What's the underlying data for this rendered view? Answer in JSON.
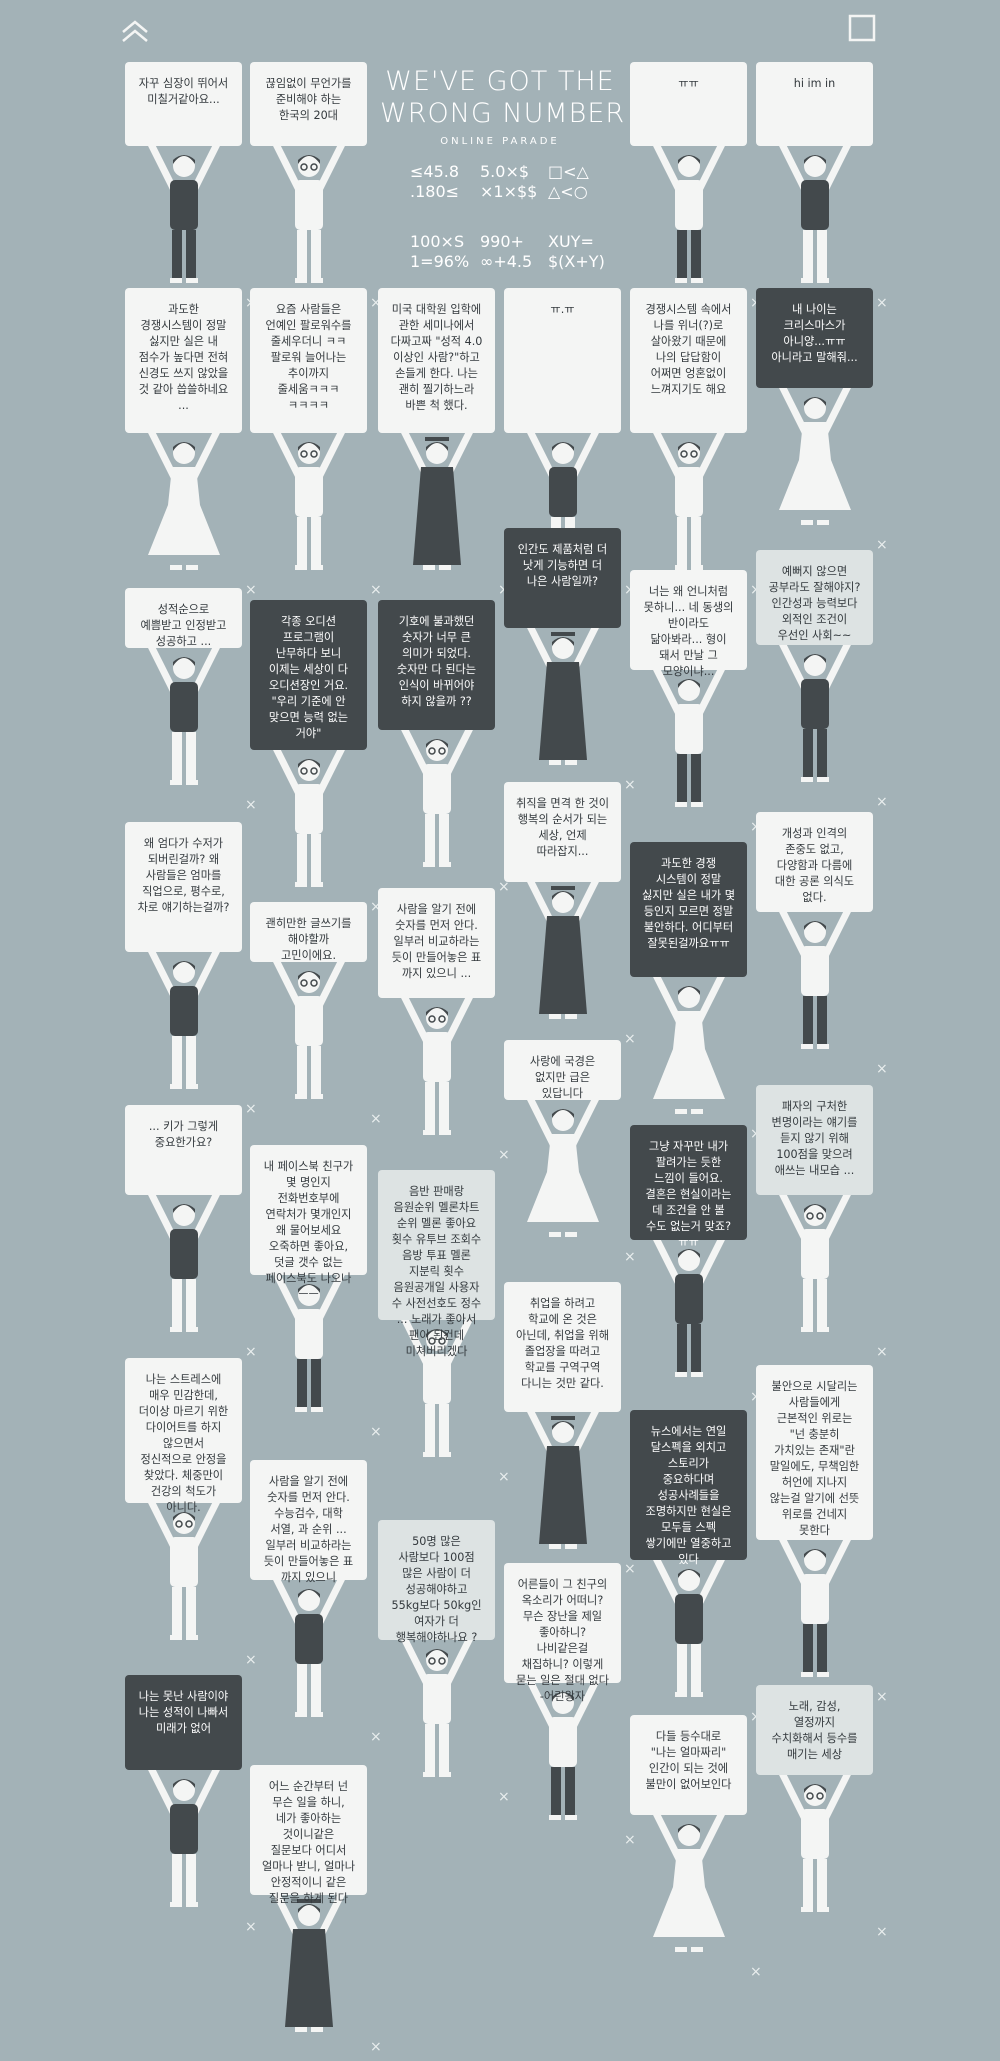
{
  "header": {
    "up_icon": "chevron-up-icon",
    "fullscreen_icon": "square-icon"
  },
  "title": {
    "line1": "WE'VE GOT THE",
    "line2": "WRONG NUMBER",
    "sub": "ONLINE PARADE"
  },
  "symbols": [
    "≤45.8\n.180≤",
    "5.0×$\n×1×$$",
    "□<△\n△<○",
    "100×S\n1=96%",
    "990+\n∞+4.5",
    "XUY=\n$(X+Y)"
  ],
  "signs": [
    "자꾸 심장이 뛰어서 미칠거같아요...",
    "끊임없이 무언가를 준비해야 하는 한국의 20대",
    "ㅠㅠ",
    "hi im in",
    "과도한 경쟁시스템이 정말 싫지만 실은 내 점수가 높다면 전혀 신경도 쓰지 않았을 것 같아 씁쓸하네요 ...",
    "요즘 사람들은 언예인 팔로워수를 줄세우더니 ㅋㅋ 팔로워 늘어나는 추이까지 줄세움ㅋㅋㅋ ㅋㅋㅋㅋ",
    "미국 대학원 입학에 관한 세미나에서 다짜고짜 \"성적 4.0 이상인 사람?\"하고 손들게 한다. 나는 괜히 찔기하느라 바쁜 척 했다.",
    "ㅠ.ㅠ",
    "경쟁시스템 속에서 나를 위너(?)로 살아왔기 때문에 나의 답답함이 어쩌면 엉혼없이 느껴지기도 해요",
    "내 나이는 크리스마스가 아니양...ㅠㅠ 아니라고 말해줘...",
    "인간도 제품처럼 더 낫게 기능하면 더 나은 사람일까?",
    "성적순으로 예쁨받고 인정받고 성공하고 ...",
    "각종 오디션 프로그램이 난무하다 보니 이제는 세상이 다 오디션장인 거요. \"우리 기준에 안 맞으면 능력 없는 거야\"",
    "기호에 불과했던 숫자가 너무 큰 의미가 되었다. 숫자만 다 된다는 인식이 바뀌어야 하지 않을까 ??",
    "너는 왜 언니처럼 못하니... 네 동생의 반이라도 닮아봐라... 형이 돼서 만날 그 모양이냐...",
    "예뻐지 않으면 공부라도 잘해야지? 인간성과 능력보다 외적인 조건이 우선인 사회~~",
    "취직을 면격 한 것이 행복의 순서가 되는 세상, 언제 따라잡지...",
    "왜 엄다가 수저가 되버린걸까? 왜 사람들은 엄마를 직업으로, 평수로, 차로 얘기하는걸까?",
    "개성과 인격의 존중도 없고,다양함과 다름에 대한 공론 의식도 없다.",
    "괜히만한 글쓰기를 해야할까 고민이에요.",
    "사람을 알기 전에 숫자를 먼저 안다. 일부러 비교하라는 듯이 만들어놓은 표 까지 있으니 ...",
    "과도한 경쟁 시스템이 정말 싫지만 실은 내가 몇 등인지 모르면 정말 불안하다. 어디부터 잘못된걸까요ㅠㅠ",
    "사랑에 국경은 없지만 급은 있답니다",
    "패자의 구처한 변명이라는 얘기를 듣지 않기 위해 100점을 맞으려 애쓰는 내모습 ...",
    "... 키가 그렇게 중요한가요?",
    "내 페이스북 친구가 몇 명인지 전화번호부에 연락처가 몇개인지 왜 물어보세요 오죽하면 좋아요, 덧글 갯수 없는 페이스북도 나오나 ㅡㅡ",
    "음반 판매랑 음원순위 멜론차트 순위 멜론 좋아요 횟수 유투브 조회수 음방 투표 멜론 지분릭 횟수 음원공개일 사용자 수 사전선호도 정수 ... 노래가 좋아서 팬이 된건데 미쳐버리겠다",
    "그냥 자꾸만 내가 팔려가는 듯한 느낌이 들어요. 결혼은 현실이라는 데 조건을 안 볼 수도 없는거 맞죠? ㅠㅠ",
    "취업을 하려고 학교에 온 것은 아닌데, 취업을 위해 졸업장을 따려고 학교를 구역구역 다니는 것만 같다.",
    "나는 스트레스에 매우 민감한데, 더이상 마르기 위한 다이어트를 하지 않으면서 정신적으로 안정을 찾았다. 체중만이 건강의 척도가 아니다.",
    "뉴스에서는 연일 달스펙을 외치고 스토리가 중요하다며 성공사례들을 조명하지만 현실은 모두들 스펙 쌓기에만 열중하고 있다",
    "불안으로 시달리는 사람들에게 근본적인 위로는 \"넌 충분히 가치있는 존재\"란 말일에도, 무책임한 허언에 지나지 않는걸 알기에 선뜻 위로를 건네지 못한다",
    "사람을 알기 전에 숫자를 먼저 안다. 수능검수, 대학 서열, 과 순위 ... 일부러 비교하라는 듯이 만들어놓은 표 까지 있으니",
    "50명 많은 사람보다 100점 많은 사람이 더 성공해야하고 55kg보다 50kg인 여자가 더 행복해야하나요 ?",
    "어른들이 그 친구의 옥소리가 어떠니? 무슨 장난을 제일 좋아하니? 나비같은걸 채집하니? 이렇게 묻는 일은 절대 없다 -어린왕자",
    "나는 못난 사람이야 나는 성적이 나빠서 미래가 없어",
    "노래, 감성, 열정까지 수치화해서 등수를 매기는 세상",
    "다들 등수대로 \"나는 얼마짜리\" 인간이 되는 것에 불만이 없어보인다",
    "어느 순간부터 넌 무슨 일을 하니, 네가 좋아하는 것이니같은 질문보다 어디서 얼마나 받니, 얼마나 안정적이니 같은 질문을 하게 된다"
  ]
}
